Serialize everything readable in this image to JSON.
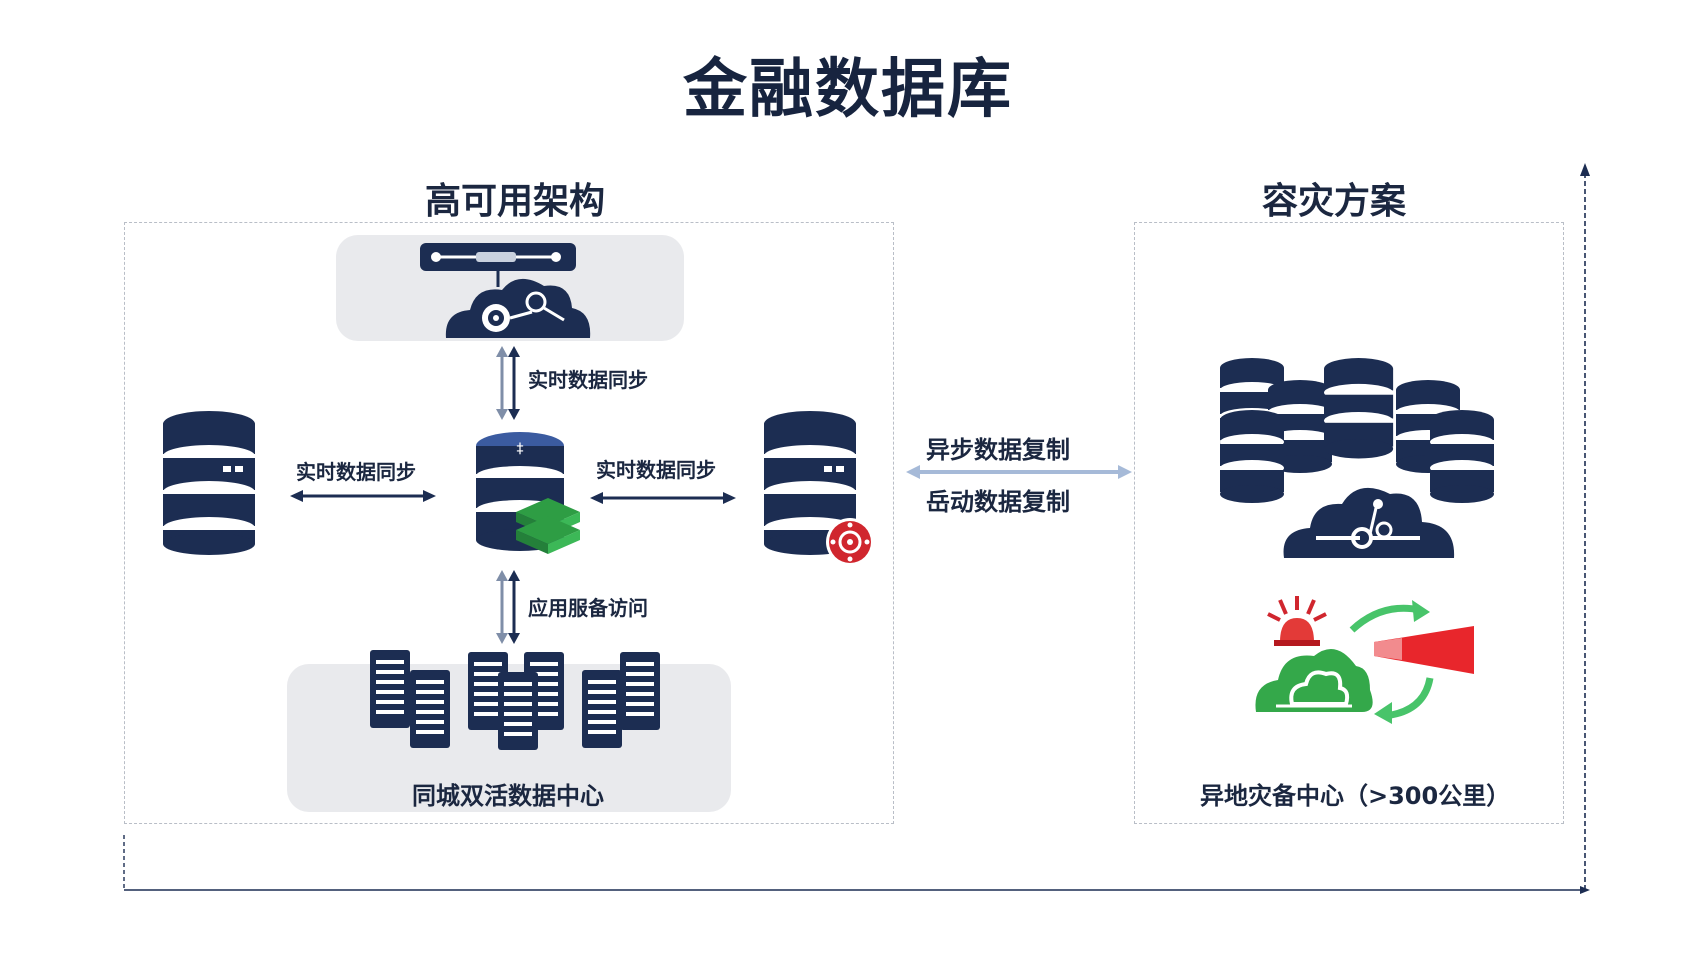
{
  "title": "金融数据库",
  "ha": {
    "heading": "高可用架构",
    "sync_top": "实时数据同步",
    "sync_left": "实时数据同步",
    "sync_right": "实时数据同步",
    "app_access": "应用服备访问",
    "dc_label": "同城双活数据中心"
  },
  "dr": {
    "heading": "容灾方案",
    "center_label": "异地灾备中心（>300公里）"
  },
  "link": {
    "async_copy": "异步数据复制",
    "activate_copy": "岳动数据复制"
  },
  "colors": {
    "navy": "#1c2d52",
    "green": "#2e9d44",
    "red": "#d0262e",
    "gray_panel": "#e9eaed"
  },
  "icons": [
    "load-balancer-icon",
    "cloud-gear-icon",
    "database-icon",
    "database-green-stack-icon",
    "database-red-gear-icon",
    "server-rack-icon",
    "database-cluster-icon",
    "cloud-network-icon",
    "alarm-cloud-icon"
  ]
}
